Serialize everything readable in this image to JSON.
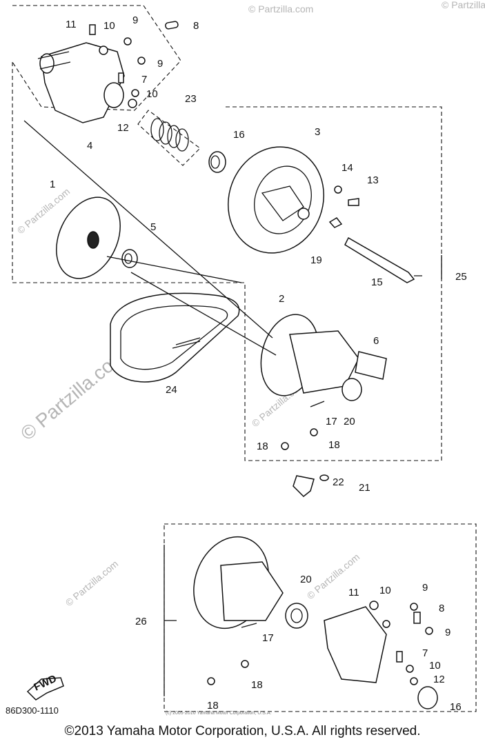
{
  "diagram": {
    "code": "86D300-1110",
    "small_print": "(c) 2005-2010 Yamaha Motor Corporation, U.S.A.",
    "watermark": "© Partzilla.com",
    "find_label": "FWD"
  },
  "callouts": {
    "c1": "1",
    "c2": "2",
    "c3": "3",
    "c4": "4",
    "c5": "5",
    "c6": "6",
    "c7": "7",
    "c8": "8",
    "c9a": "9",
    "c9b": "9",
    "c10a": "10",
    "c10b": "10",
    "c11": "11",
    "c12": "12",
    "c13": "13",
    "c14": "14",
    "c15": "15",
    "c16": "16",
    "c17": "17",
    "c18a": "18",
    "c18b": "18",
    "c19": "19",
    "c20": "20",
    "c21": "21",
    "c22": "22",
    "c23": "23",
    "c24": "24",
    "c25": "25",
    "c26": "26",
    "d7": "7",
    "d8": "8",
    "d9a": "9",
    "d9b": "9",
    "d10a": "10",
    "d10b": "10",
    "d11": "11",
    "d12": "12",
    "d16": "16",
    "d17": "17",
    "d18a": "18",
    "d18b": "18",
    "d20": "20"
  },
  "footer": {
    "copyright": "©2013 Yamaha Motor Corporation, U.S.A. All rights reserved."
  }
}
